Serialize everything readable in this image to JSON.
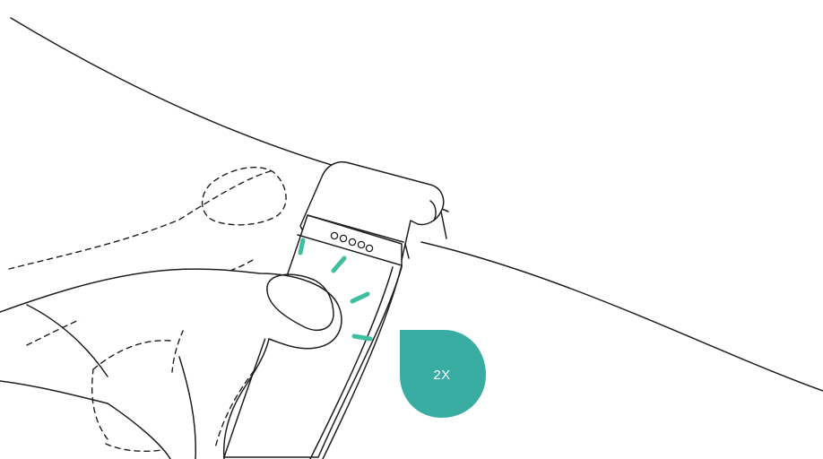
{
  "badge": {
    "label": "2X"
  },
  "colors": {
    "accent": "#3aada3",
    "tap_marks": "#3fbf9f",
    "line": "#1f1f1f",
    "background": "#ffffff"
  },
  "icons": {
    "badge_shape": "droplet-badge",
    "tap_indicator": "tap-marks"
  }
}
